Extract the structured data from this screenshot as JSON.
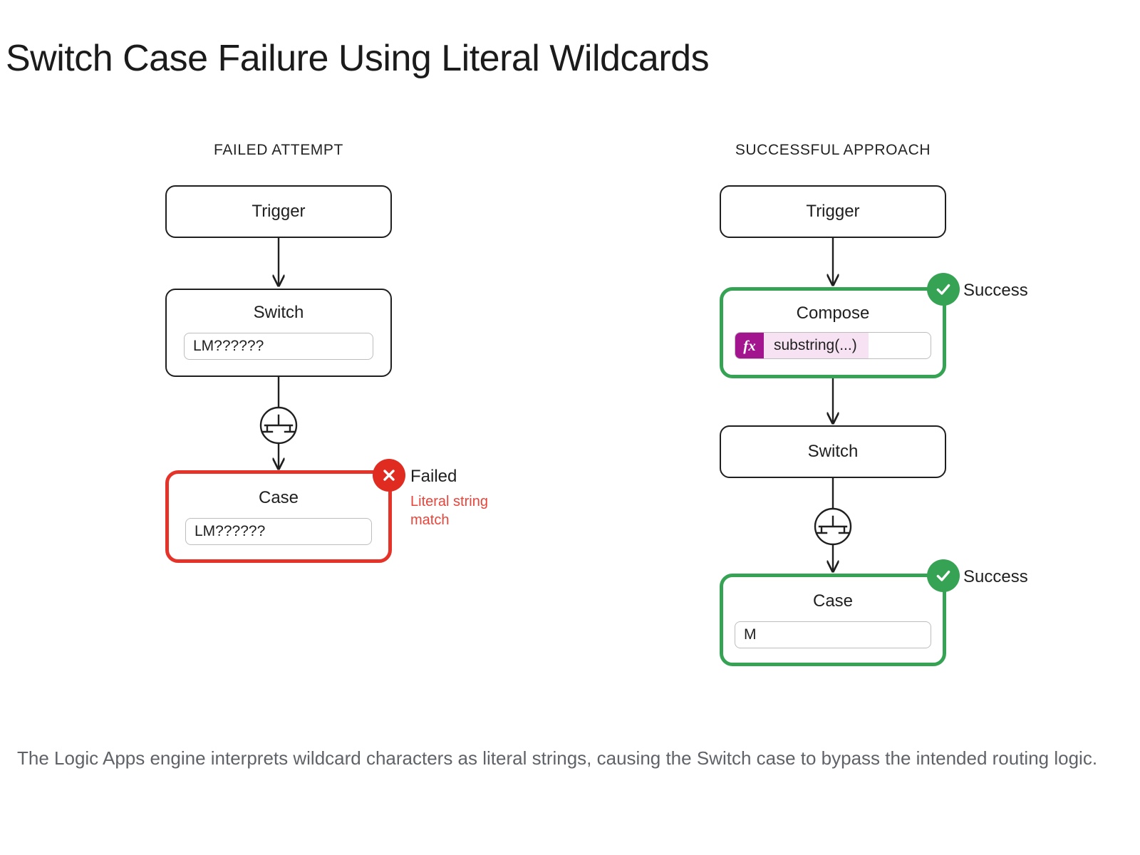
{
  "page": {
    "title": "Switch Case Failure Using Literal Wildcards",
    "caption": "The Logic Apps engine interprets wildcard characters as literal strings, causing the Switch case to bypass the intended routing logic."
  },
  "columns": {
    "failed": {
      "header": "FAILED ATTEMPT",
      "nodes": {
        "trigger": {
          "title": "Trigger"
        },
        "switch": {
          "title": "Switch",
          "field_value": "LM??????"
        },
        "case": {
          "title": "Case",
          "field_value": "LM??????"
        }
      },
      "status": {
        "label": "Failed",
        "note": "Literal string match",
        "icon": "x-icon",
        "color": "#e02c20"
      },
      "decision_icon": "branch-icon"
    },
    "successful": {
      "header": "SUCCESSFUL APPROACH",
      "nodes": {
        "trigger": {
          "title": "Trigger"
        },
        "compose": {
          "title": "Compose",
          "fx_label": "fx",
          "field_value": "substring(...)"
        },
        "switch": {
          "title": "Switch"
        },
        "case": {
          "title": "Case",
          "field_value": "M"
        }
      },
      "status_compose": {
        "label": "Success",
        "icon": "check-icon",
        "color": "#35a353"
      },
      "status_case": {
        "label": "Success",
        "icon": "check-icon",
        "color": "#35a353"
      },
      "decision_icon": "branch-icon"
    }
  },
  "colors": {
    "success": "#35a353",
    "failure": "#e02c20",
    "failure_text": "#e8443a",
    "expression_chip": "#a3148f",
    "expression_token": "#f7e2f3",
    "node_border": "#1f1f1f",
    "caption_text": "#5f6368"
  }
}
